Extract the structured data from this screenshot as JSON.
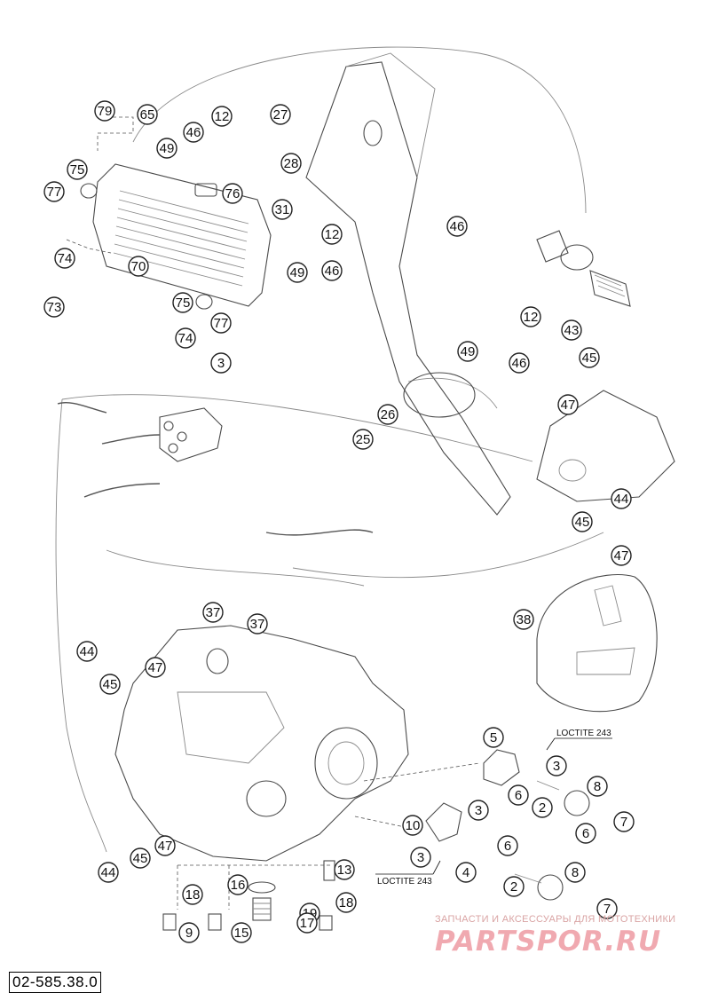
{
  "diagram_code": "02-585.38.0",
  "loctite_labels": [
    "LOCTITE 243",
    "LOCTITE 243"
  ],
  "watermark": {
    "tagline": "ЗАПЧАСТИ И АКСЕССУАРЫ ДЛЯ МОТОТЕХНИКИ",
    "brand": "PARTSPOR.RU",
    "color": "#f0a9b0"
  },
  "callout_numbers": [
    "79",
    "65",
    "12",
    "46",
    "49",
    "27",
    "28",
    "75",
    "77",
    "76",
    "31",
    "12",
    "46",
    "49",
    "46",
    "74",
    "70",
    "73",
    "75",
    "77",
    "74",
    "3",
    "12",
    "49",
    "46",
    "43",
    "45",
    "47",
    "26",
    "25",
    "44",
    "45",
    "47",
    "38",
    "37",
    "37",
    "44",
    "45",
    "47",
    "5",
    "3",
    "8",
    "6",
    "2",
    "7",
    "6",
    "3",
    "10",
    "6",
    "3",
    "4",
    "8",
    "2",
    "7",
    "44",
    "45",
    "47",
    "13",
    "18",
    "16",
    "18",
    "19",
    "9",
    "15",
    "17"
  ],
  "colors": {
    "line": "#4a4a4a",
    "callout_stroke": "#222222",
    "background": "#ffffff"
  }
}
